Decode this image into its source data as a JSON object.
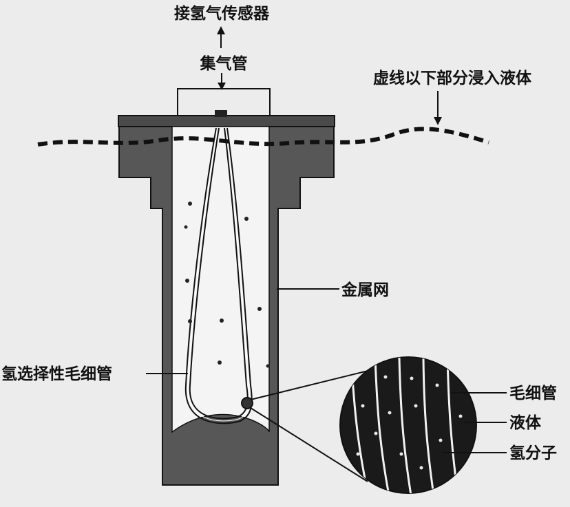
{
  "labels": {
    "to_sensor": "接氢气传感器",
    "collector_tube": "集气管",
    "immersion_note": "虚线以下部分浸入液体",
    "metal_mesh": "金属网",
    "selective_capillary": "氢选择性毛细管",
    "capillary": "毛细管",
    "liquid": "液体",
    "hydrogen_molecule": "氢分子"
  },
  "colors": {
    "background": "#ececec",
    "housing": "#575757",
    "housing_edge": "#111111",
    "inner_liquid": "#f4f4f4",
    "magnifier": "#1a1a1a",
    "ink": "#111111"
  }
}
